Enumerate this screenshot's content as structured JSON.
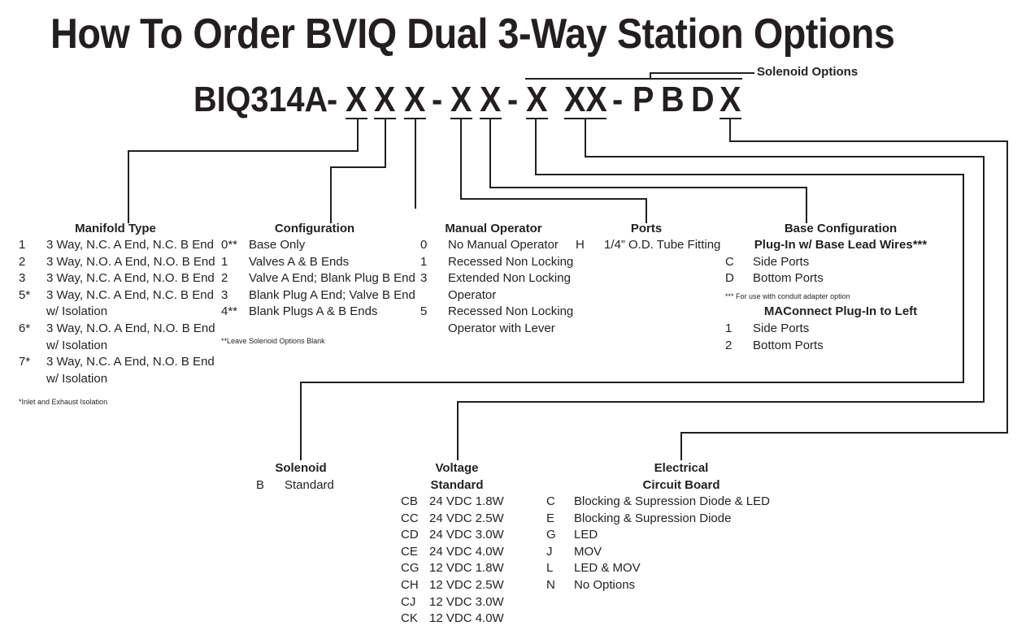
{
  "title": "How To Order BVIQ Dual 3-Way Station Options",
  "part_number": {
    "segments": [
      "BIQ314A",
      "-",
      "X",
      "X",
      "X",
      "-",
      "X",
      "X",
      "-",
      "X",
      "XX",
      "-",
      "P",
      "B",
      "D",
      "X"
    ],
    "solenoid_options_label": "Solenoid Options"
  },
  "manifold_type": {
    "heading": "Manifold Type",
    "items": [
      {
        "code": "1",
        "desc": "3 Way, N.C. A End, N.C. B End"
      },
      {
        "code": "2",
        "desc": "3 Way, N.O. A End, N.O. B End"
      },
      {
        "code": "3",
        "desc": "3 Way, N.C. A End, N.O. B End"
      },
      {
        "code": "5*",
        "desc": "3 Way, N.C. A End, N.C. B End",
        "desc2": "w/ Isolation"
      },
      {
        "code": "6*",
        "desc": "3 Way, N.O. A End, N.O. B End",
        "desc2": "w/ Isolation"
      },
      {
        "code": "7*",
        "desc": "3 Way, N.C. A End, N.O. B End",
        "desc2": "w/ Isolation"
      }
    ],
    "note": "*Inlet and Exhaust Isolation"
  },
  "configuration": {
    "heading": "Configuration",
    "items": [
      {
        "code": "0**",
        "desc": "Base Only"
      },
      {
        "code": "1",
        "desc": "Valves A & B Ends"
      },
      {
        "code": "2",
        "desc": "Valve A End; Blank Plug B End"
      },
      {
        "code": "3",
        "desc": "Blank Plug A End; Valve B End"
      },
      {
        "code": "4**",
        "desc": "Blank Plugs A & B Ends"
      }
    ],
    "note": "**Leave Solenoid Options Blank"
  },
  "manual_operator": {
    "heading": "Manual Operator",
    "items": [
      {
        "code": "0",
        "desc": "No Manual Operator"
      },
      {
        "code": "1",
        "desc": "Recessed Non Locking"
      },
      {
        "code": "3",
        "desc": "Extended Non Locking",
        "desc2": "Operator"
      },
      {
        "code": "5",
        "desc": "Recessed Non Locking",
        "desc2": "Operator with Lever"
      }
    ]
  },
  "ports": {
    "heading": "Ports",
    "items": [
      {
        "code": "H",
        "desc": "1/4” O.D. Tube Fitting"
      }
    ]
  },
  "base_configuration": {
    "heading": "Base Configuration",
    "sub1": "Plug-In w/ Base Lead Wires***",
    "items1": [
      {
        "code": "C",
        "desc": "Side Ports"
      },
      {
        "code": "D",
        "desc": "Bottom Ports"
      }
    ],
    "note": "*** For use with conduit adapter option",
    "sub2": "MAConnect Plug-In to Left",
    "items2": [
      {
        "code": "1",
        "desc": "Side Ports"
      },
      {
        "code": "2",
        "desc": "Bottom Ports"
      }
    ]
  },
  "solenoid": {
    "heading": "Solenoid",
    "items": [
      {
        "code": "B",
        "desc": "Standard"
      }
    ]
  },
  "voltage": {
    "heading": "Voltage",
    "sub": "Standard",
    "items": [
      {
        "code": "CB",
        "desc": "24 VDC 1.8W"
      },
      {
        "code": "CC",
        "desc": "24 VDC 2.5W"
      },
      {
        "code": "CD",
        "desc": "24 VDC 3.0W"
      },
      {
        "code": "CE",
        "desc": "24 VDC 4.0W"
      },
      {
        "code": "CG",
        "desc": "12 VDC 1.8W"
      },
      {
        "code": "CH",
        "desc": "12 VDC 2.5W"
      },
      {
        "code": "CJ",
        "desc": "12 VDC 3.0W"
      },
      {
        "code": "CK",
        "desc": "12 VDC 4.0W"
      }
    ]
  },
  "electrical": {
    "heading": "Electrical",
    "sub": "Circuit Board",
    "items": [
      {
        "code": "C",
        "desc": "Blocking & Supression Diode & LED"
      },
      {
        "code": "E",
        "desc": "Blocking & Supression Diode"
      },
      {
        "code": "G",
        "desc": "LED"
      },
      {
        "code": "J",
        "desc": "MOV"
      },
      {
        "code": "L",
        "desc": "LED & MOV"
      },
      {
        "code": "N",
        "desc": "No Options"
      }
    ]
  },
  "colors": {
    "ink": "#231f20",
    "background": "#ffffff"
  }
}
